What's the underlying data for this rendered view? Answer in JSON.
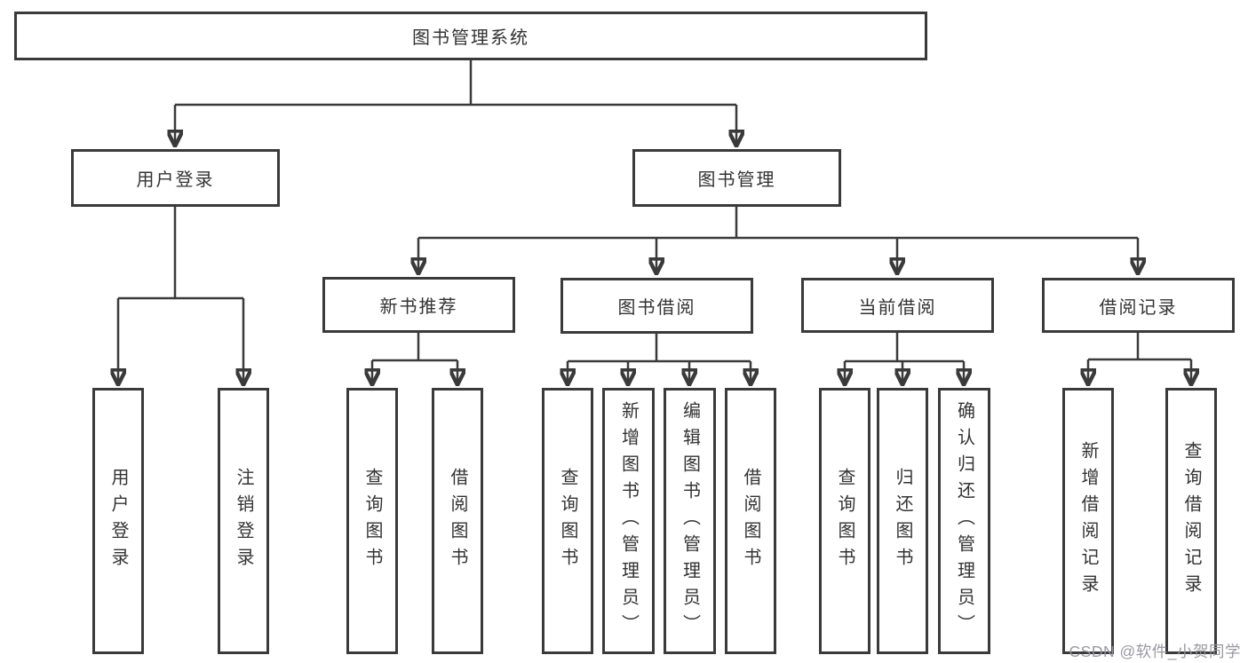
{
  "tree": {
    "root": {
      "label": "图书管理系统"
    },
    "branches": [
      {
        "label": "用户登录",
        "children": [
          {
            "label": "用户登录"
          },
          {
            "label": "注销登录"
          }
        ]
      },
      {
        "label": "图书管理",
        "children": [
          {
            "label": "新书推荐",
            "children": [
              {
                "label": "查询图书"
              },
              {
                "label": "借阅图书"
              }
            ]
          },
          {
            "label": "图书借阅",
            "children": [
              {
                "label": "查询图书"
              },
              {
                "label": "新增图书（管理员）"
              },
              {
                "label": "编辑图书（管理员）"
              },
              {
                "label": "借阅图书"
              }
            ]
          },
          {
            "label": "当前借阅",
            "children": [
              {
                "label": "查询图书"
              },
              {
                "label": "归还图书"
              },
              {
                "label": "确认归还（管理员）"
              }
            ]
          },
          {
            "label": "借阅记录",
            "children": [
              {
                "label": "新增借阅记录"
              },
              {
                "label": "查询借阅记录"
              }
            ]
          }
        ]
      }
    ]
  },
  "watermark": "CSDN @软件_小贺同学",
  "colors": {
    "border": "#3a3a3a",
    "line": "#3a3a3a",
    "text": "#333333",
    "watermark": "#94949e",
    "background": "#ffffff"
  }
}
